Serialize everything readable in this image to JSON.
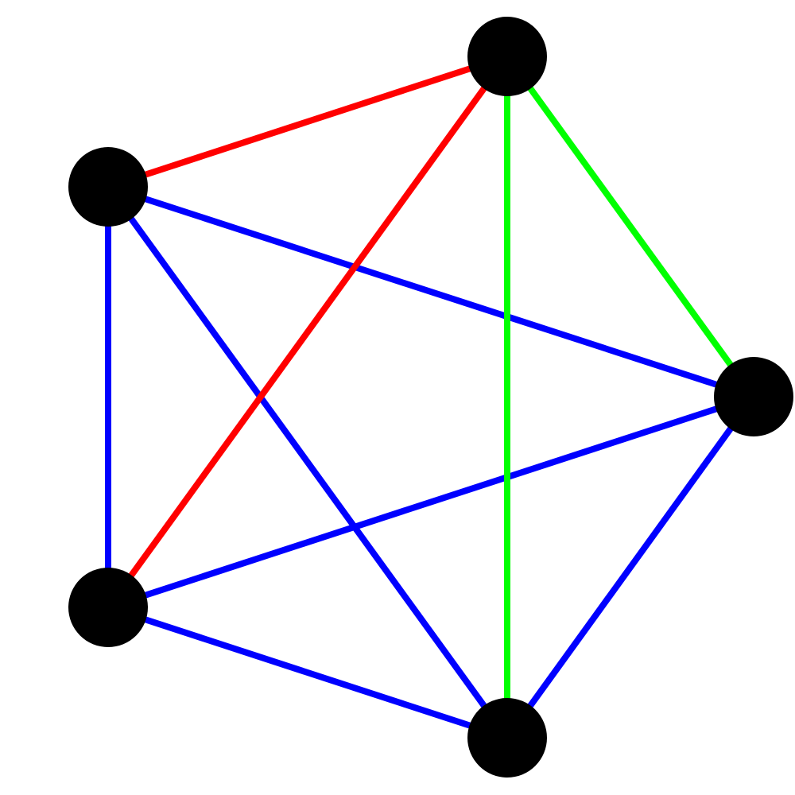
{
  "graph": {
    "node_color": "#000000",
    "background_color": "#ffffff",
    "nodes": [
      "top",
      "upper-left",
      "right",
      "lower-left",
      "bottom"
    ],
    "edges": [
      {
        "from": "upper-left",
        "to": "right",
        "color": "#0000ff"
      },
      {
        "from": "upper-left",
        "to": "bottom",
        "color": "#0000ff"
      },
      {
        "from": "upper-left",
        "to": "lower-left",
        "color": "#0000ff"
      },
      {
        "from": "lower-left",
        "to": "right",
        "color": "#0000ff"
      },
      {
        "from": "lower-left",
        "to": "bottom",
        "color": "#0000ff"
      },
      {
        "from": "right",
        "to": "bottom",
        "color": "#0000ff"
      },
      {
        "from": "top",
        "to": "right",
        "color": "#00ff00"
      },
      {
        "from": "top",
        "to": "bottom",
        "color": "#00ff00"
      },
      {
        "from": "top",
        "to": "upper-left",
        "color": "#ff0000"
      },
      {
        "from": "top",
        "to": "lower-left",
        "color": "#ff0000"
      }
    ]
  }
}
